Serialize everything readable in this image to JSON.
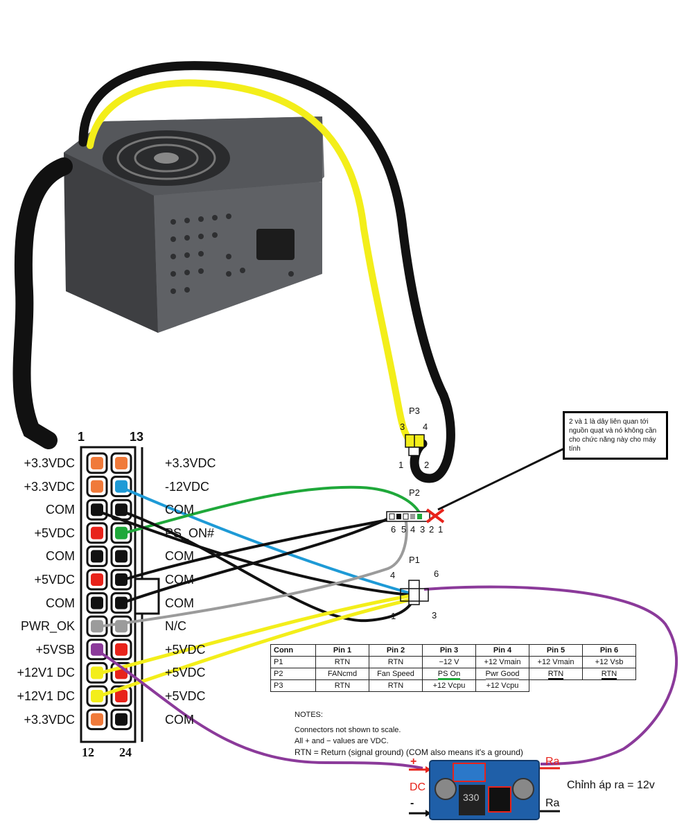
{
  "atx_connector": {
    "top_left_pin": "1",
    "top_right_pin": "13",
    "bottom_left_pin": "12",
    "bottom_right_pin": "24",
    "left_labels": [
      "+3.3VDC",
      "+3.3VDC",
      "COM",
      "+5VDC",
      "COM",
      "+5VDC",
      "COM",
      "PWR_OK",
      "+5VSB",
      "+12V1 DC",
      "+12V1 DC",
      "+3.3VDC"
    ],
    "right_labels": [
      "+3.3VDC",
      "-12VDC",
      "COM",
      "PS_ON#",
      "COM",
      "COM",
      "COM",
      "N/C",
      "+5VDC",
      "+5VDC",
      "+5VDC",
      "COM"
    ]
  },
  "connectors": {
    "p3": {
      "label": "P3",
      "pins": [
        "3",
        "4",
        "1",
        "2"
      ]
    },
    "p2": {
      "label": "P2",
      "pins": [
        "6",
        "5",
        "4",
        "3",
        "2",
        "1"
      ]
    },
    "p1": {
      "label": "P1",
      "pins": [
        "4",
        "6",
        "1",
        "3"
      ]
    }
  },
  "note_box": {
    "text": "2 và 1 là dây liên quan tới nguồn quạt và nó không cần cho chức năng này cho máy tính"
  },
  "table": {
    "headers": [
      "Conn",
      "Pin 1",
      "Pin 2",
      "Pin 3",
      "Pin 4",
      "Pin 5",
      "Pin 6"
    ],
    "rows": [
      [
        "P1",
        "RTN",
        "RTN",
        "−12 V",
        "+12 Vmain",
        "+12 Vmain",
        "+12 Vsb"
      ],
      [
        "P2",
        "FANcmd",
        "Fan Speed",
        "PS On",
        "Pwr Good",
        "RTN",
        "RTN"
      ],
      [
        "P3",
        "RTN",
        "RTN",
        "+12 Vcpu",
        "+12 Vcpu",
        "",
        ""
      ]
    ]
  },
  "notes": {
    "title": "NOTES:",
    "line1": "Connectors not shown to scale.",
    "line2": "All + and − values are VDC.",
    "line3": "RTN = Return (signal ground) (COM also means it's a ground)"
  },
  "module": {
    "plus": "+",
    "minus": "-",
    "dc": "DC",
    "ra_top": "Ra",
    "ra_bottom": "Ra",
    "caption": "Chỉnh áp ra = 12v",
    "inductor": "330"
  },
  "colors": {
    "orange": "#f07a3a",
    "blue": "#1e9ad6",
    "green": "#1fa83a",
    "red": "#e8231b",
    "gray": "#9b9b9b",
    "yellow": "#f3ee1a",
    "purple": "#8b3a9a",
    "black": "#111111"
  }
}
